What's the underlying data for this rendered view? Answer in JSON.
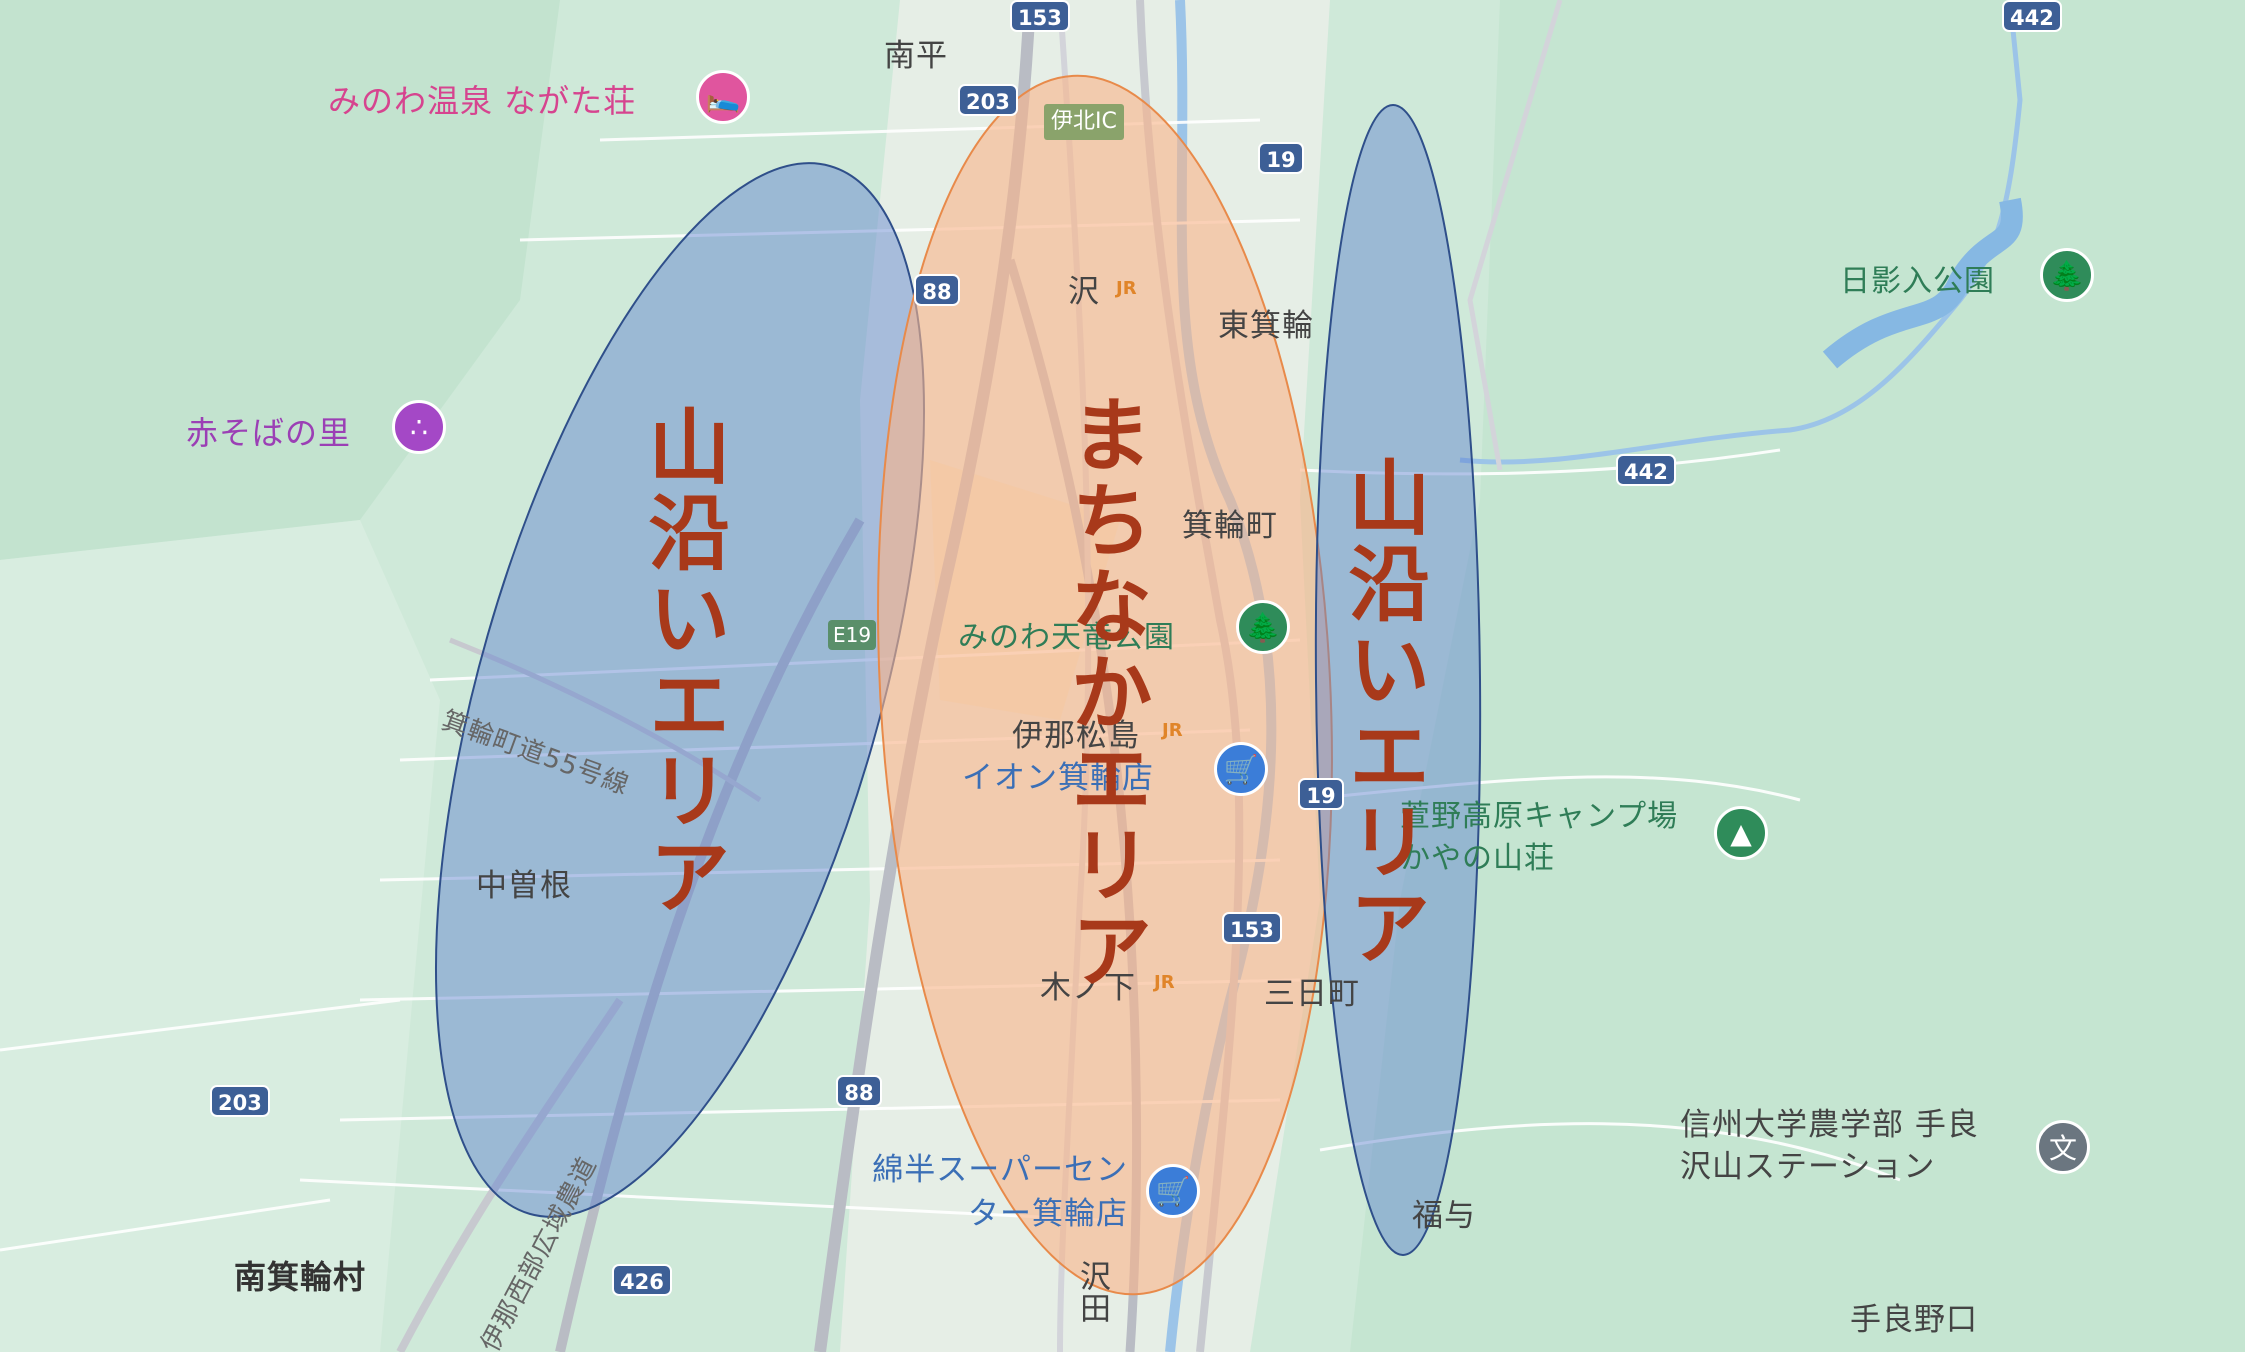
{
  "places": {
    "nanpei": "南平",
    "minowa_onsen": "みのわ温泉 ながた荘",
    "inakita_ic": "伊北IC",
    "sawa": "沢",
    "higashi_minowa": "東箕輪",
    "hikage_park": "日影入公園",
    "akasoba": "赤そばの里",
    "minowa_town": "箕輪町",
    "minowa_dam_park": "みのわ天竜公園",
    "town_road": "箕輪町道55号線",
    "ina_matsushima": "伊那松島",
    "aeon": "イオン箕輪店",
    "kayano_camp": "萱野高原キャンプ場 かやの山荘",
    "nakasone": "中曽根",
    "kinoshita": "木ノ下",
    "mikkamachi": "三日町",
    "shinshu_univ": "信州大学農学部 手良沢山ステーション",
    "watahan": "綿半スーパーセンター箕輪店",
    "fukuyo": "福与",
    "minami_minowa": "南箕輪村",
    "ina_seibu": "伊那西部広域農道",
    "tera_noguchi": "手良野口",
    "dengaku": "沢田"
  },
  "routes": {
    "r153_top": "153",
    "r442_top": "442",
    "r203_top": "203",
    "r19_top": "19",
    "r88_top": "88",
    "r442_mid": "442",
    "e19": "E19",
    "r19_mid": "19",
    "r153_mid": "153",
    "r203_bot": "203",
    "r88_bot": "88",
    "r426": "426"
  },
  "jr_mark": "JR",
  "areas": {
    "left": "山沿いエリア",
    "center": "まちなかエリア",
    "right": "山沿いエリア"
  },
  "colors": {
    "map_bg": "#cfe9d9",
    "mountain_area": "#5b7fcf",
    "town_area": "#f8b48a",
    "area_label": "#a8391a"
  },
  "icons": {
    "hotel": "bed-icon",
    "park": "tree-icon",
    "attraction": "dots-icon",
    "shopping": "cart-icon",
    "camp": "tent-icon",
    "school": "school-icon"
  }
}
